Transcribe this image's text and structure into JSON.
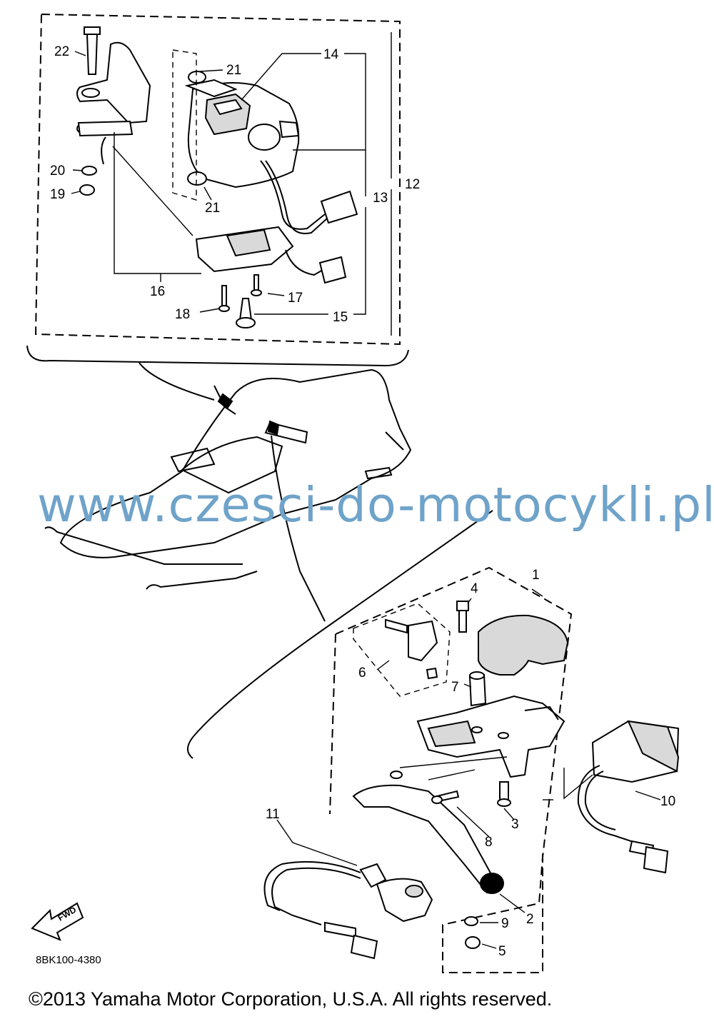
{
  "watermark": "www.czesci-do-motocykli.pl",
  "diagram_code": "8BK100-4380",
  "copyright": "©2013 Yamaha Motor Corporation, U.S.A. All rights reserved.",
  "fwd_label": "FWD",
  "callouts": {
    "c1": "1",
    "c2": "2",
    "c3": "3",
    "c4": "4",
    "c5": "5",
    "c6": "6",
    "c7": "7",
    "c8": "8",
    "c9": "9",
    "c10": "10",
    "c11": "11",
    "c12": "12",
    "c13": "13",
    "c14": "14",
    "c15": "15",
    "c16": "16",
    "c17": "17",
    "c18": "18",
    "c19": "19",
    "c20": "20",
    "c21a": "21",
    "c21b": "21",
    "c22": "22"
  }
}
